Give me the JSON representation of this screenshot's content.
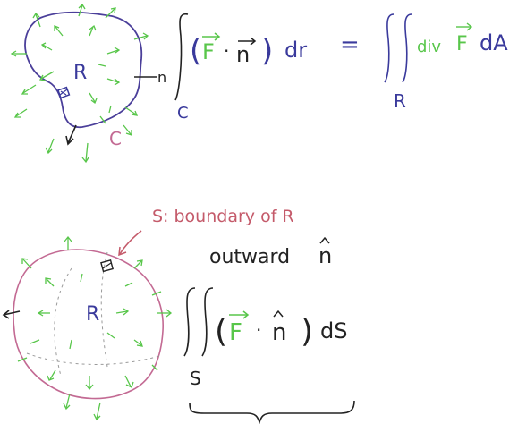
{
  "colors": {
    "ink": "#3a3a9c",
    "black": "#222222",
    "green": "#58c64a",
    "curve_purple": "#4b3f9a",
    "surface_pink": "#c36a93",
    "annotation_red": "#c45a6a"
  },
  "top": {
    "region_label": "R",
    "curve_label": "C",
    "normal_label": "n",
    "formula": {
      "open_paren": "(",
      "field": "F",
      "dot": "·",
      "normal": "n",
      "close_paren": ")",
      "dr": "dr",
      "equals": "=",
      "div": "div",
      "field2": "F",
      "dA": "dA",
      "lower_C": "C",
      "lower_R": "R"
    }
  },
  "bottom": {
    "region_label": "R",
    "annotation": "S: boundary of R",
    "outward_text": "outward",
    "n_hat": "n",
    "formula": {
      "open_paren": "(",
      "field": "F",
      "dot": "·",
      "normal": "n",
      "close_paren": ")",
      "dS": "dS",
      "lower_S": "S"
    }
  },
  "icons": {
    "area_element": "area-element-icon",
    "surface_element": "surface-element-icon"
  }
}
